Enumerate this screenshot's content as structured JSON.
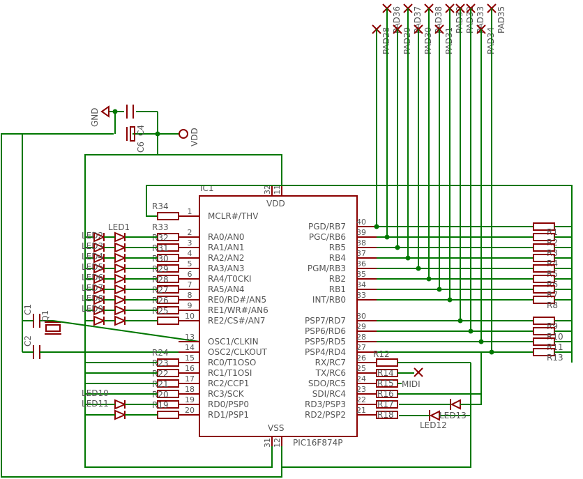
{
  "ic": {
    "name": "IC1",
    "part": "PIC16F874P",
    "vdd_label": "VDD",
    "vss_label": "VSS",
    "vdd_pins": "32",
    "vdd_pins2": "11",
    "vss_pins": "31",
    "vss_pins2": "12",
    "left_pins": [
      {
        "num": "1",
        "name": "MCLR#/THV"
      },
      {
        "num": "2",
        "name": "RA0/AN0"
      },
      {
        "num": "3",
        "name": "RA1/AN1"
      },
      {
        "num": "4",
        "name": "RA2/AN2"
      },
      {
        "num": "5",
        "name": "RA3/AN3"
      },
      {
        "num": "6",
        "name": "RA4/T0CKI"
      },
      {
        "num": "7",
        "name": "RA5/AN4"
      },
      {
        "num": "8",
        "name": "RE0/RD#/AN5"
      },
      {
        "num": "9",
        "name": "RE1/WR#/AN6"
      },
      {
        "num": "10",
        "name": "RE2/CS#/AN7"
      },
      {
        "num": "13",
        "name": "OSC1/CLKIN"
      },
      {
        "num": "14",
        "name": "OSC2/CLKOUT"
      },
      {
        "num": "15",
        "name": "RC0/T1OSO"
      },
      {
        "num": "16",
        "name": "RC1/T1OSI"
      },
      {
        "num": "17",
        "name": "RC2/CCP1"
      },
      {
        "num": "18",
        "name": "RC3/SCK"
      },
      {
        "num": "19",
        "name": "RD0/PSP0"
      },
      {
        "num": "20",
        "name": "RD1/PSP1"
      }
    ],
    "right_pins": [
      {
        "num": "40",
        "name": "PGD/RB7"
      },
      {
        "num": "39",
        "name": "PGC/RB6"
      },
      {
        "num": "38",
        "name": "RB5"
      },
      {
        "num": "37",
        "name": "RB4"
      },
      {
        "num": "36",
        "name": "PGM/RB3"
      },
      {
        "num": "35",
        "name": "RB2"
      },
      {
        "num": "34",
        "name": "RB1"
      },
      {
        "num": "33",
        "name": "INT/RB0"
      },
      {
        "num": "30",
        "name": "PSP7/RD7"
      },
      {
        "num": "29",
        "name": "PSP6/RD6"
      },
      {
        "num": "28",
        "name": "PSP5/RD5"
      },
      {
        "num": "27",
        "name": "PSP4/RD4"
      },
      {
        "num": "26",
        "name": "RX/RC7"
      },
      {
        "num": "25",
        "name": "TX/RC6"
      },
      {
        "num": "24",
        "name": "SDO/RC5"
      },
      {
        "num": "23",
        "name": "SDI/RC4"
      },
      {
        "num": "22",
        "name": "RD3/PSP3"
      },
      {
        "num": "21",
        "name": "RD2/PSP2"
      }
    ]
  },
  "pads": [
    "PAD28",
    "PAD36",
    "PAD29",
    "PAD37",
    "PAD30",
    "PAD38",
    "PAD31",
    "PAD39",
    "PAD32",
    "PAD33",
    "PAD34",
    "PAD35"
  ],
  "power": {
    "gnd": "GND",
    "vdd": "VDD",
    "c4": "C4",
    "c6": "C6"
  },
  "left_resistors": [
    "R34",
    "R33",
    "R32",
    "R31",
    "R30",
    "R29",
    "R28",
    "R27",
    "R26",
    "R25",
    "R24",
    "R23",
    "R22",
    "R21",
    "R20",
    "R19"
  ],
  "left_leds": [
    "LED1",
    "LED2",
    "LED3",
    "LED4",
    "LED5",
    "LED6",
    "LED7",
    "LED8",
    "LED9",
    "LED10",
    "LED11"
  ],
  "right_resistors": [
    "R1",
    "R2",
    "R3",
    "R4",
    "R5",
    "R6",
    "R7",
    "R8",
    "R9",
    "R10",
    "R11",
    "R13"
  ],
  "rc_resistors": [
    "R12",
    "R14",
    "R15",
    "R16",
    "R17",
    "R18"
  ],
  "caps": {
    "c1": "C1",
    "c2": "C2",
    "q1": "Q1"
  },
  "midi": "MIDI",
  "right_leds": {
    "led12": "LED12",
    "led13": "LED13"
  }
}
